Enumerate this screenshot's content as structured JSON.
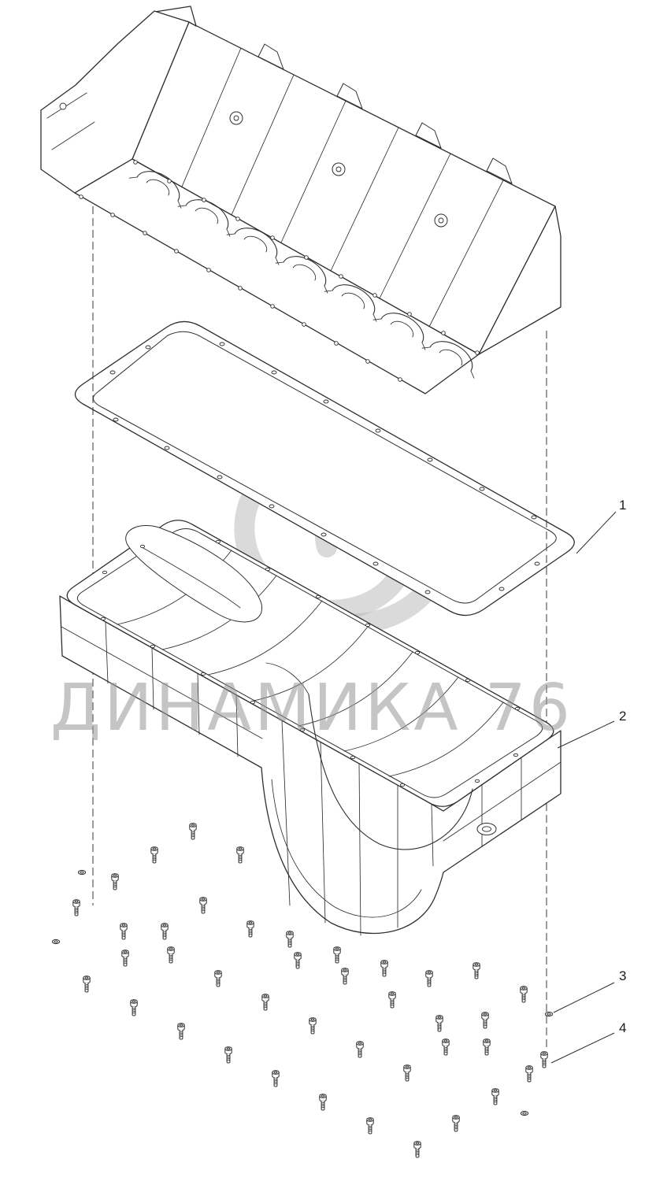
{
  "watermark": {
    "text": "ДИНАМИКА 76"
  },
  "callouts": [
    {
      "label": "1",
      "part": "gasket"
    },
    {
      "label": "2",
      "part": "oil-pan"
    },
    {
      "label": "3",
      "part": "washer"
    },
    {
      "label": "4",
      "part": "bolt"
    }
  ],
  "colors": {
    "line": "#2e2e2e",
    "background": "#ffffff",
    "watermark": "#bcbcbc"
  },
  "icons": {
    "swirl": "watermark-swirl-icon",
    "bolt": "bolt-icon",
    "washer": "washer-icon"
  }
}
